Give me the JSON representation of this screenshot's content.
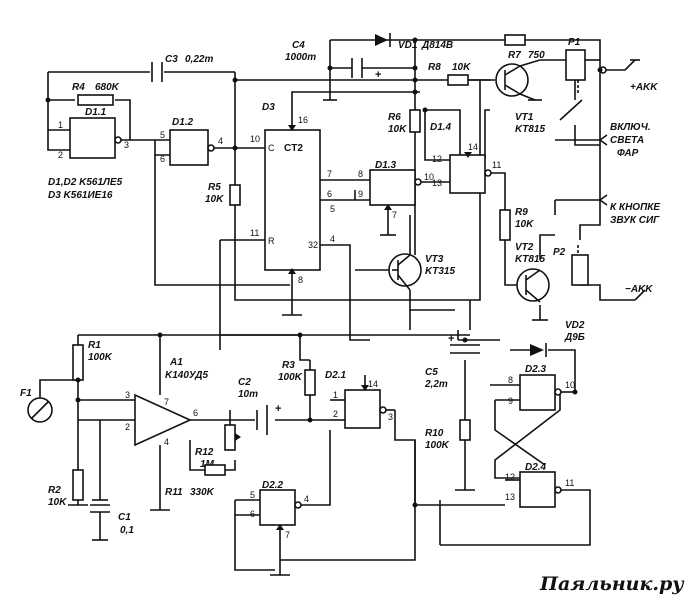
{
  "components": {
    "c3": {
      "ref": "C3",
      "value": "0,22m"
    },
    "r4": {
      "ref": "R4",
      "value": "680K"
    },
    "c4": {
      "ref": "C4",
      "value": "1000m"
    },
    "vd1": {
      "ref": "VD1",
      "value": "Д814В"
    },
    "r7": {
      "ref": "R7",
      "value": "750"
    },
    "p1": {
      "ref": "P1"
    },
    "r8": {
      "ref": "R8",
      "value": "10K"
    },
    "vt1": {
      "ref": "VT1",
      "value": "KT815"
    },
    "d11": {
      "ref": "D1.1",
      "pins": [
        "1",
        "2",
        "3"
      ]
    },
    "d12": {
      "ref": "D1.2",
      "pins": [
        "5",
        "6",
        "4"
      ]
    },
    "d3": {
      "ref": "D3",
      "label": "CT2",
      "pins": [
        "16",
        "10",
        "C",
        "7",
        "6",
        "5",
        "11",
        "R",
        "32",
        "4",
        "8"
      ]
    },
    "r6": {
      "ref": "R6",
      "value": "10K"
    },
    "d13": {
      "ref": "D1.3",
      "pins": [
        "8",
        "9",
        "10",
        "7"
      ]
    },
    "d14": {
      "ref": "D1.4",
      "pins": [
        "14",
        "12",
        "13",
        "11"
      ]
    },
    "r5": {
      "ref": "R5",
      "value": "10K"
    },
    "vt3": {
      "ref": "VT3",
      "value": "KT315"
    },
    "r9": {
      "ref": "R9",
      "value": "10K"
    },
    "vt2": {
      "ref": "VT2",
      "value": "KT815"
    },
    "p2": {
      "ref": "P2"
    },
    "vd2": {
      "ref": "VD2",
      "value": "Д9Б"
    },
    "r1": {
      "ref": "R1",
      "value": "100K"
    },
    "a1": {
      "ref": "A1",
      "value": "K140УД5",
      "pins": [
        "3",
        "2",
        "7",
        "4",
        "6"
      ]
    },
    "f1": {
      "ref": "F1"
    },
    "c2": {
      "ref": "C2",
      "value": "10m"
    },
    "r3": {
      "ref": "R3",
      "value": "100K"
    },
    "d21": {
      "ref": "D2.1",
      "pins": [
        "1",
        "2",
        "14",
        "3"
      ]
    },
    "c5": {
      "ref": "C5",
      "value": "2,2m"
    },
    "d23": {
      "ref": "D2.3",
      "pins": [
        "8",
        "9",
        "10"
      ]
    },
    "r12": {
      "ref": "R12",
      "value": "1M"
    },
    "r11": {
      "ref": "R11",
      "value": "330K"
    },
    "r10": {
      "ref": "R10",
      "value": "100K"
    },
    "d24": {
      "ref": "D2.4",
      "pins": [
        "12",
        "13",
        "11"
      ]
    },
    "r2": {
      "ref": "R2",
      "value": "10K"
    },
    "c1": {
      "ref": "C1",
      "value": "0,1"
    },
    "d22": {
      "ref": "D2.2",
      "pins": [
        "5",
        "6",
        "4",
        "7"
      ]
    }
  },
  "ic_types": {
    "line1": "D1,D2 K561ЛЕ5",
    "line2": "D3 K561ИЕ16"
  },
  "terminals": {
    "plus": "+AKK",
    "minus": "−AKK"
  },
  "outputs": {
    "lights": [
      "ВКЛЮЧ.",
      "СВЕТА",
      "ФАР"
    ],
    "horn": [
      "К КНОПКЕ",
      "ЗВУК СИГ"
    ]
  },
  "polarity": {
    "plus": "+",
    "minus": "-"
  },
  "watermark": "Паяльник.ру"
}
